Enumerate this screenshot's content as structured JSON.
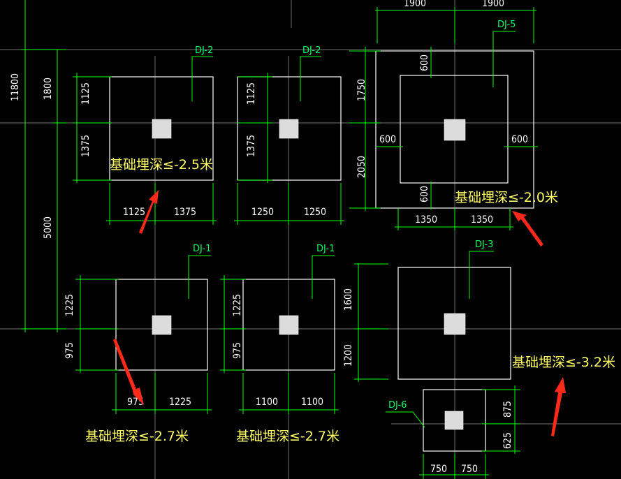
{
  "labels": {
    "dj5": "DJ-5",
    "dj2a": "DJ-2",
    "dj2b": "DJ-2",
    "dj1a": "DJ-1",
    "dj1b": "DJ-1",
    "dj3": "DJ-3",
    "dj6": "DJ-6"
  },
  "dimensions": {
    "top_1900_a": "1900",
    "top_1900_b": "1900",
    "left_11800": "11800",
    "left_1800": "1800",
    "left_5000": "5000",
    "dj2a_1125_v": "1125",
    "dj2a_1375_v": "1375",
    "dj2a_1125_h": "1125",
    "dj2a_1375_h": "1375",
    "dj2b_1125_v": "1125",
    "dj2b_1375_v": "1375",
    "dj2b_1250_a": "1250",
    "dj2b_1250_b": "1250",
    "dj5_1750": "1750",
    "dj5_2050": "2050",
    "dj5_600_top": "600",
    "dj5_600_left": "600",
    "dj5_600_right": "600",
    "dj5_600_bottom": "600",
    "dj5_1350_a": "1350",
    "dj5_1350_b": "1350",
    "dj1a_1225_v": "1225",
    "dj1a_975_v": "975",
    "dj1a_975_h": "975",
    "dj1a_1225_h": "1225",
    "dj1b_1225_v": "1225",
    "dj1b_975_v": "975",
    "dj1b_1100_a": "1100",
    "dj1b_1100_b": "1100",
    "dj3_1600": "1600",
    "dj3_1200": "1200",
    "dj6_875": "875",
    "dj6_625": "625",
    "dj6_750_a": "750",
    "dj6_750_b": "750"
  },
  "notes": {
    "depth_dj2": "基础埋深≤-2.5米",
    "depth_dj5": "基础埋深≤-2.0米",
    "depth_dj3": "基础埋深≤-3.2米",
    "depth_dj1a": "基础埋深≤-2.7米",
    "depth_dj1b": "基础埋深≤-2.7米"
  },
  "colors": {
    "background": "#000000",
    "dimension_lines": "#00ff00",
    "foundation_outline": "#ffffff",
    "grid_axis": "#9a9a9a",
    "depth_note_text": "#ffff66",
    "annotation_arrow": "#ff2a1a"
  }
}
